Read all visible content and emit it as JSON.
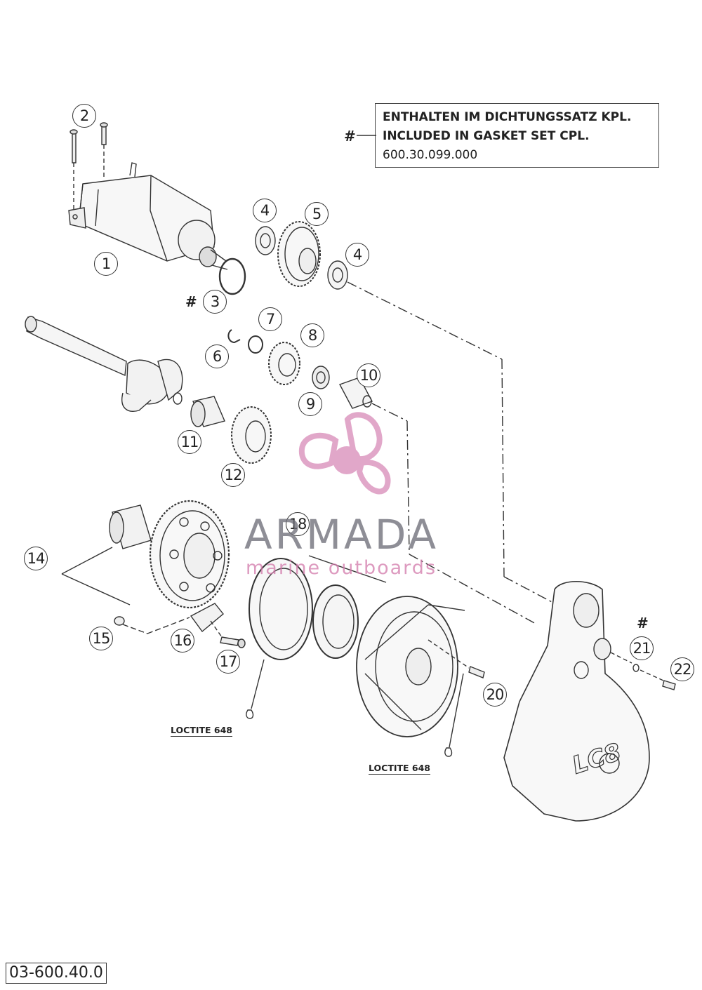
{
  "gasket_note": {
    "symbol": "#",
    "line_de": "ENTHALTEN IM DICHTUNGSSATZ KPL.",
    "line_en": "INCLUDED IN GASKET SET CPL.",
    "part_number": "600.30.099.000"
  },
  "callouts": {
    "c1": "1",
    "c2": "2",
    "c3": "3",
    "c4a": "4",
    "c4b": "4",
    "c5": "5",
    "c6": "6",
    "c7": "7",
    "c8": "8",
    "c9": "9",
    "c10": "10",
    "c11": "11",
    "c12": "12",
    "c14": "14",
    "c15": "15",
    "c16": "16",
    "c17": "17",
    "c18": "18",
    "c20": "20",
    "c21": "21",
    "c22": "22"
  },
  "hash_marks": {
    "h3": "#",
    "h21": "#"
  },
  "loctite": {
    "left": "LOCTITE 648",
    "right": "LOCTITE 648"
  },
  "diagram_ref": "03-600.40.0",
  "watermark": {
    "brand": "ARMADA",
    "tagline": "marine outboards"
  },
  "colors": {
    "line": "#333333",
    "watermark_pink": "#d88ab8",
    "watermark_gray": "#6e6e78"
  }
}
